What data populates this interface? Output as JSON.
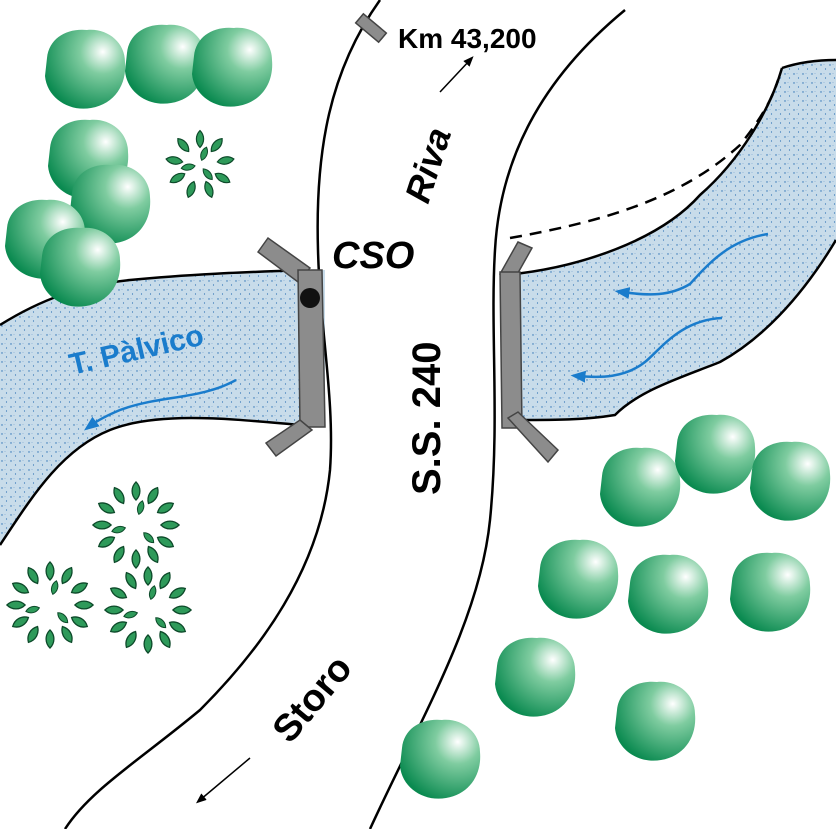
{
  "labels": {
    "km_marker": "Km 43,200",
    "direction_north": "Riva",
    "direction_south": "Storo",
    "station": "CSO",
    "road": "S.S. 240",
    "stream": "T. Pàlvico"
  },
  "colors": {
    "water_fill": "#c8dcea",
    "water_dots": "#2a6fb4",
    "flow_arrow": "#1a7ccc",
    "stream_label": "#1a7ccc",
    "bridge_wall": "#8c8c8c",
    "tree_dark": "#0e8a52",
    "tree_light": "#ffffff",
    "bush_green": "#2e9a5a"
  },
  "icons": [
    "north-arrow-icon",
    "south-arrow-icon",
    "flow-arrow-icon",
    "tree-icon",
    "bush-icon",
    "monitoring-station-icon",
    "km-marker-icon"
  ]
}
